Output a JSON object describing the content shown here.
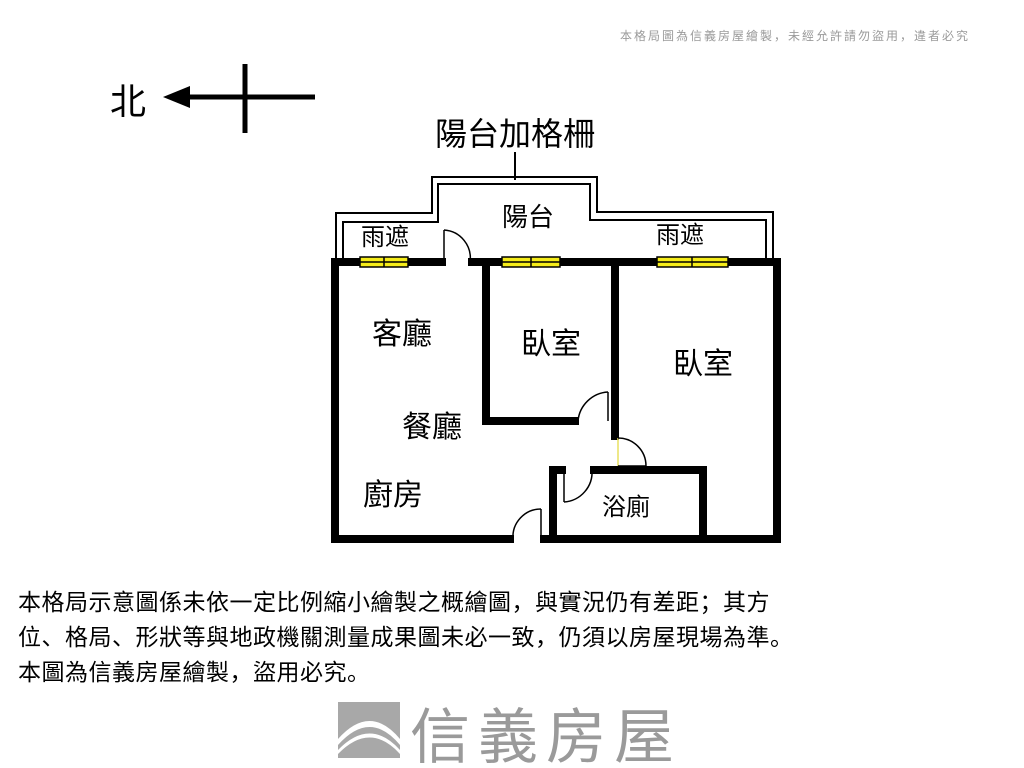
{
  "compass": {
    "label": "北"
  },
  "title": "陽台加格柵",
  "rooms": {
    "awning_left": "雨遮",
    "balcony": "陽台",
    "awning_right": "雨遮",
    "living_room": "客廳",
    "bedroom_small": "臥室",
    "bedroom_large": "臥室",
    "dining_room": "餐廳",
    "kitchen": "廚房",
    "bathroom": "浴廁"
  },
  "watermark": {
    "brand": "信義房屋",
    "notice": "本格局圖為信義房屋繪製，未經允許請勿盜用，違者必究"
  },
  "disclaimer": {
    "line1": "本格局示意圖係未依一定比例縮小繪製之概繪圖，與實況仍有差距；其方",
    "line2": "位、格局、形狀等與地政機關測量成果圖未必一致，仍須以房屋現場為準。",
    "line3": "本圖為信義房屋繪製，盜用必究。"
  },
  "colors": {
    "wall": "#000000",
    "window": "#f5ec1a",
    "watermark": "#9a9a9a"
  }
}
